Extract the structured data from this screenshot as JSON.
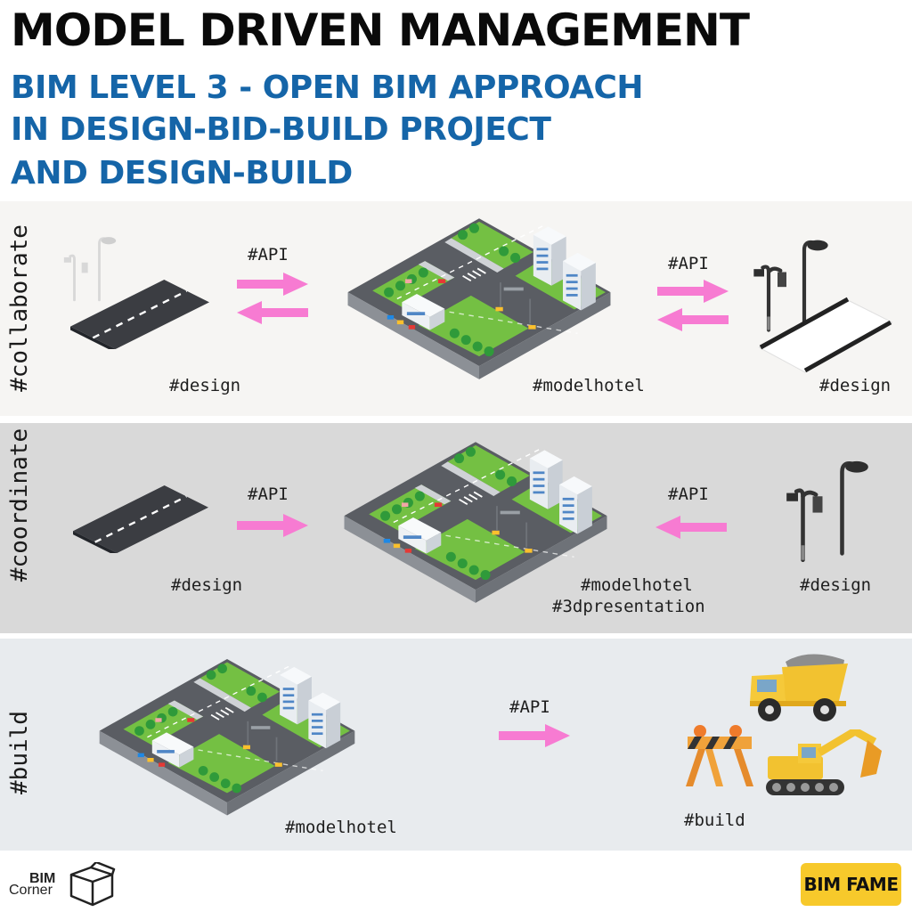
{
  "header": {
    "title": "MODEL DRIVEN MANAGEMENT",
    "subtitle_lines": [
      "BIM LEVEL 3 - OPEN BIM APPROACH",
      "IN DESIGN-BID-BUILD PROJECT",
      "AND DESIGN-BUILD"
    ]
  },
  "sections": [
    {
      "label": "#collaborate",
      "tags": {
        "left": "#design",
        "center": "#modelhotel",
        "right": "#design"
      },
      "api_labels": [
        "#API",
        "#API"
      ],
      "arrows": "bidirectional"
    },
    {
      "label": "#coordinate",
      "tags": {
        "left": "#design",
        "center": "#modelhotel",
        "center_line2": "#3dpresentation",
        "right": "#design"
      },
      "api_labels": [
        "#API",
        "#API"
      ],
      "arrows": "into-model"
    },
    {
      "label": "#build",
      "tags": {
        "center": "#modelhotel",
        "right": "#build"
      },
      "api_labels": [
        "#API"
      ],
      "arrows": "out-to-build"
    }
  ],
  "logos": {
    "left_top": "BIM",
    "left_bottom": "Corner",
    "right": "BIM FAME"
  },
  "colors": {
    "title": "#0a0a0a",
    "subtitle": "#1565a8",
    "arrow": "#f77bd2",
    "road": "#3b3d42",
    "grass": "#74c043",
    "fame_badge": "#f7c92b"
  }
}
